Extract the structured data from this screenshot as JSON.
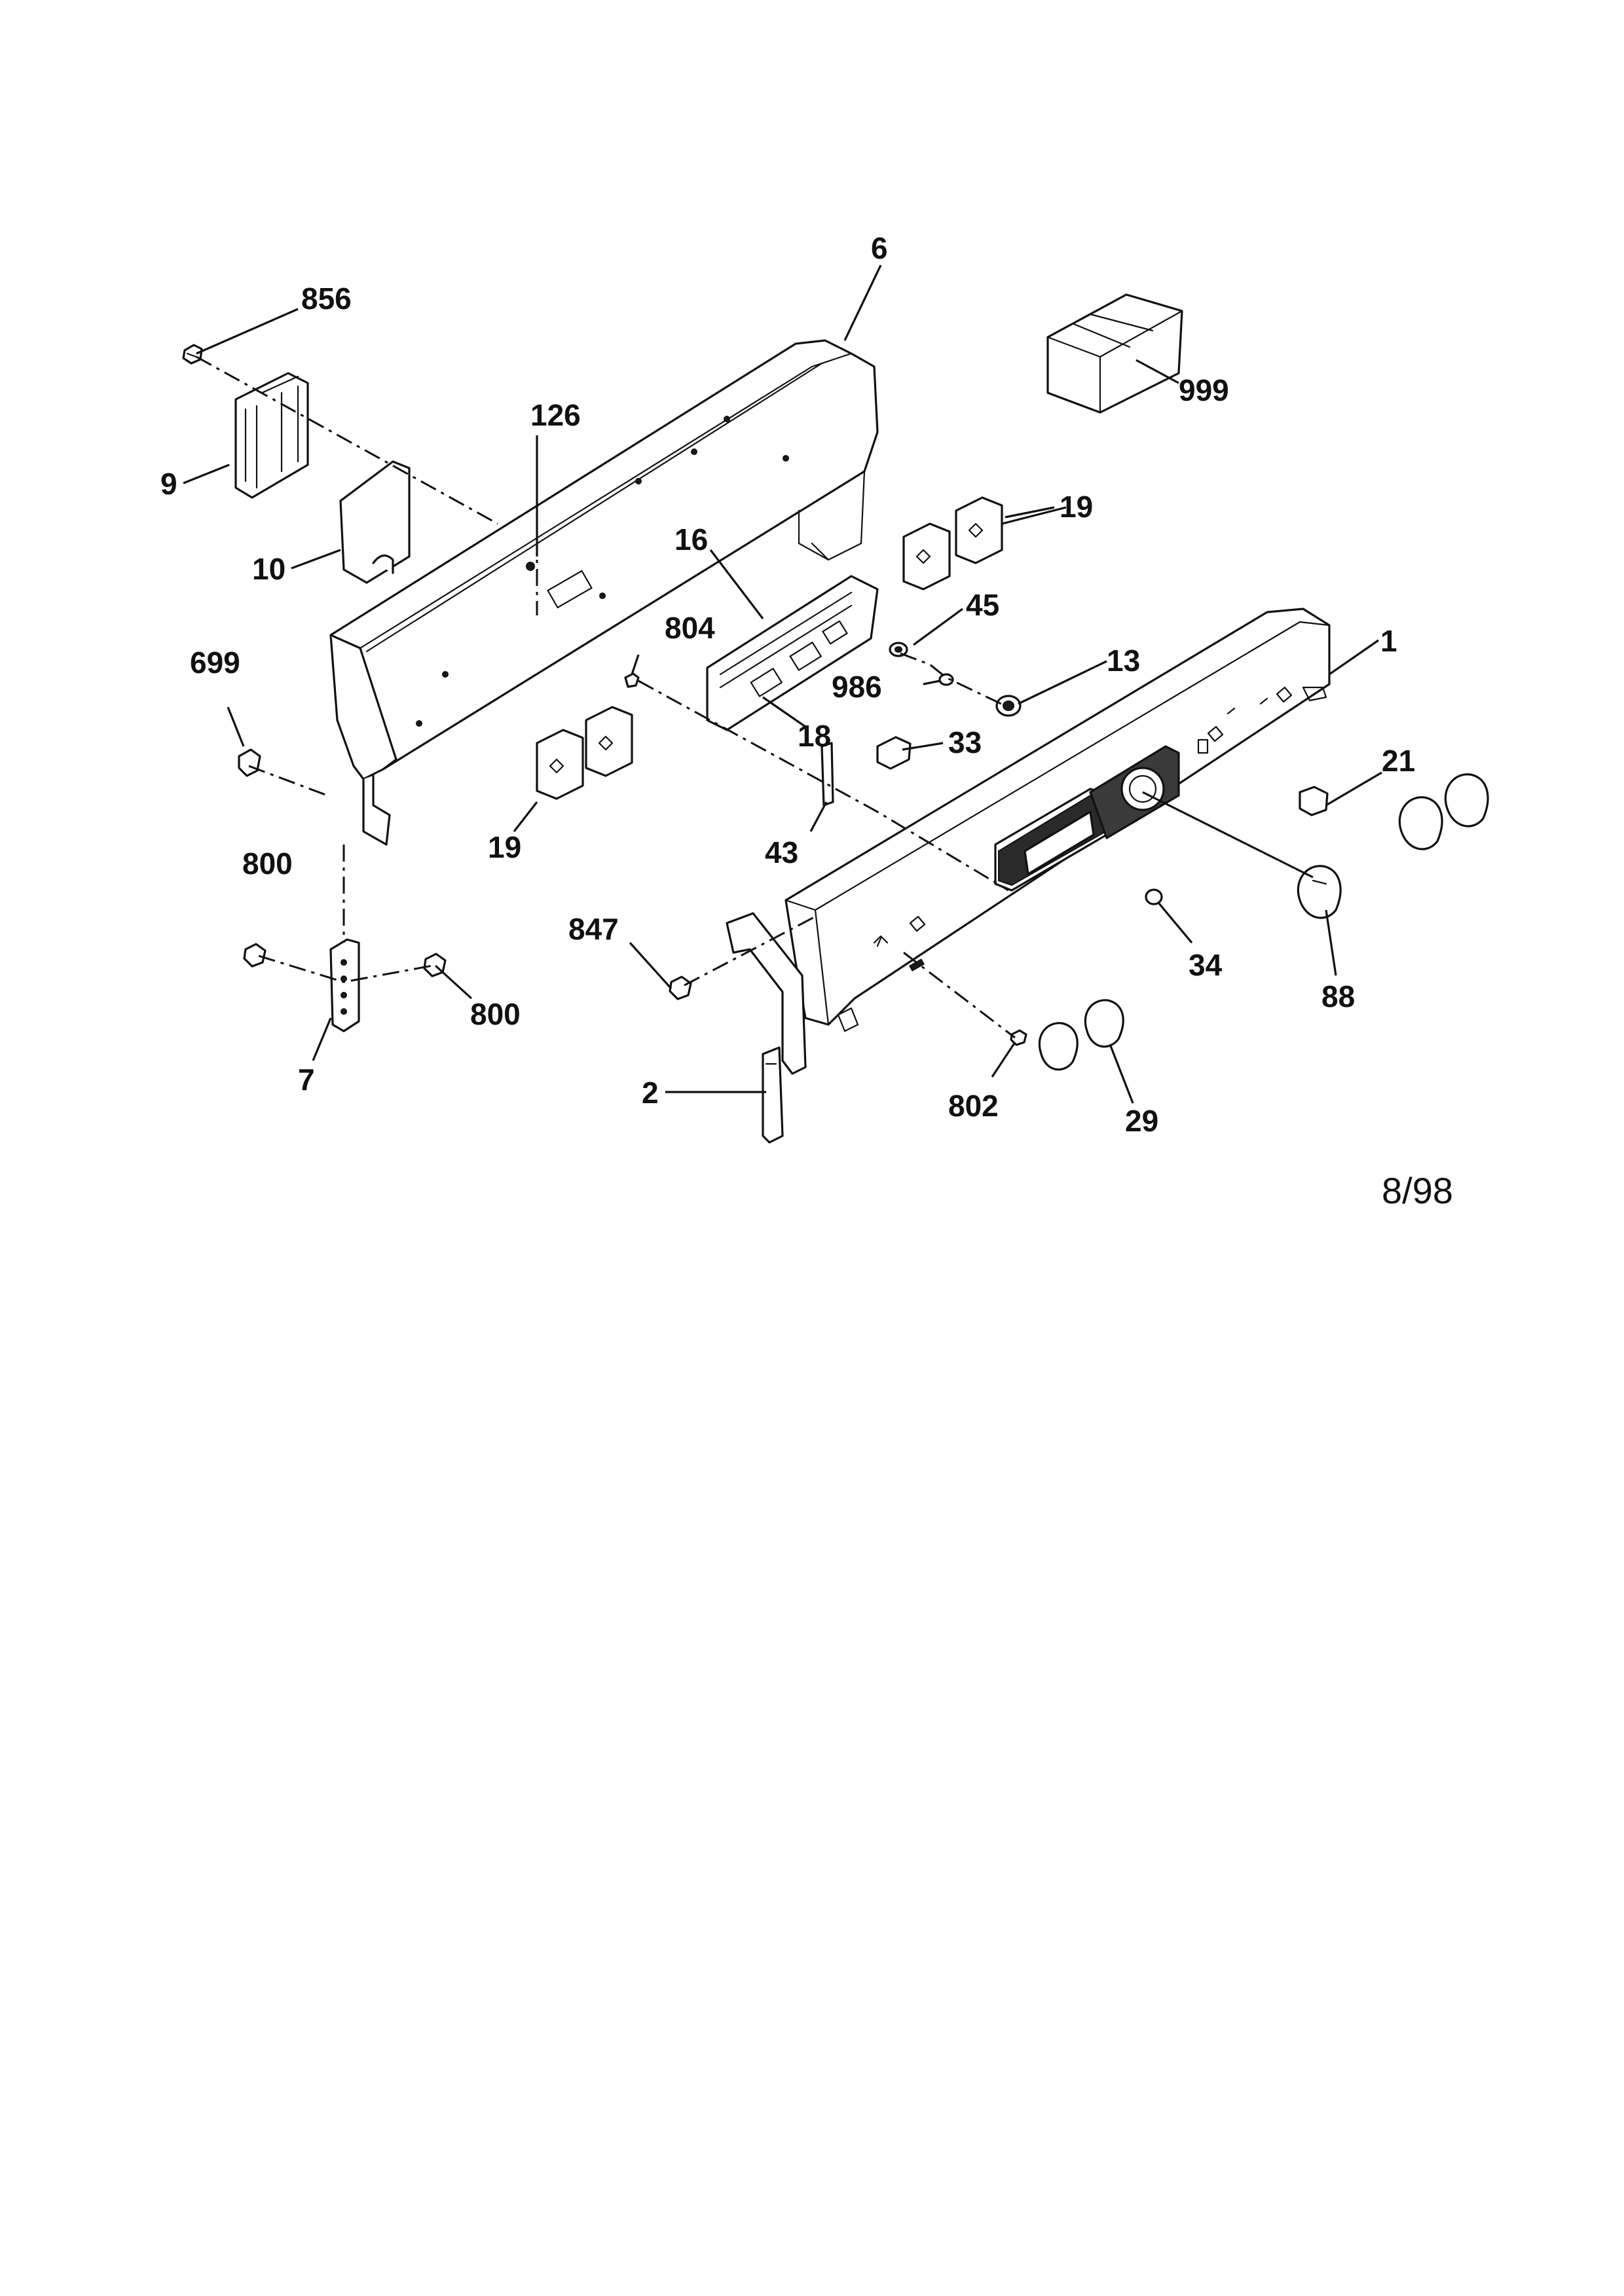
{
  "diagram": {
    "callouts": {
      "p856": "856",
      "p6": "6",
      "p999": "999",
      "p9": "9",
      "p126": "126",
      "p19a": "19",
      "p10": "10",
      "p16": "16",
      "p45": "45",
      "p804": "804",
      "p699": "699",
      "p986": "986",
      "p13": "13",
      "p1": "1",
      "p18": "18",
      "p33": "33",
      "p21": "21",
      "p19b": "19",
      "p43": "43",
      "p800a": "800",
      "p847": "847",
      "p34": "34",
      "p88": "88",
      "p800b": "800",
      "p7": "7",
      "p2": "2",
      "p802": "802",
      "p29": "29"
    },
    "date_code": "8/98"
  }
}
